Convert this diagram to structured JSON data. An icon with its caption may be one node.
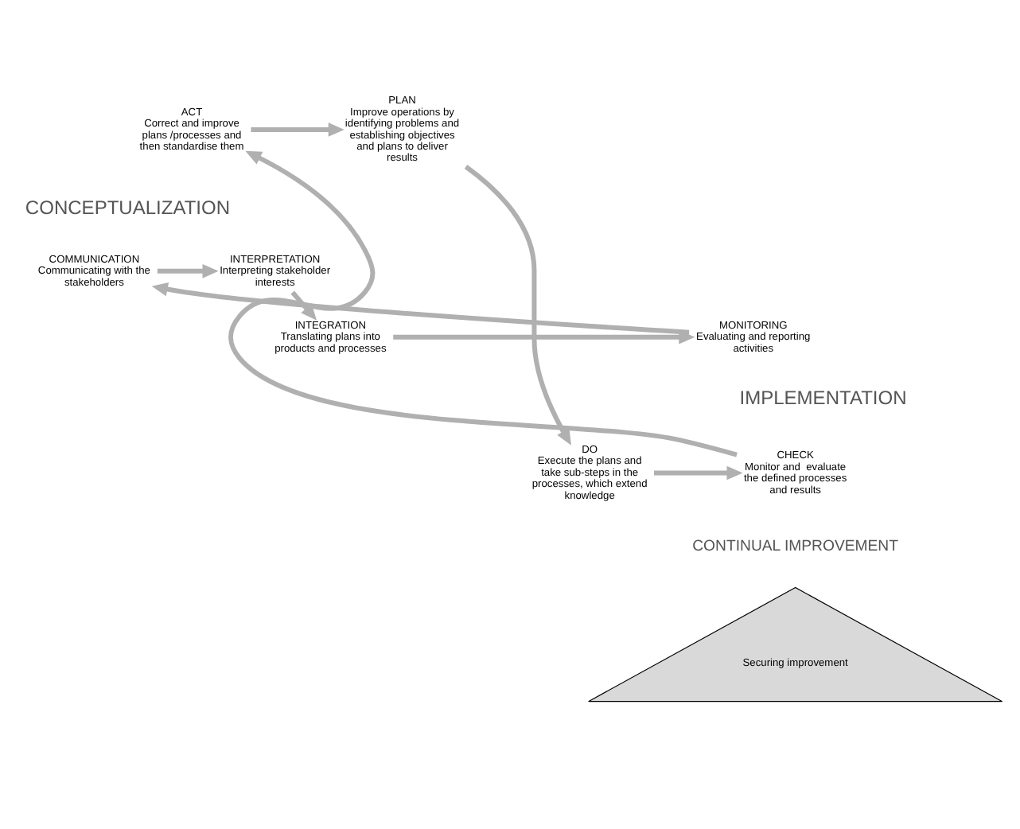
{
  "diagram": {
    "nodes": [
      {
        "text": [
          "ACT",
          "Correct and improve plans /processes and then standardise them"
        ]
      },
      {
        "text": [
          "PLAN",
          "Improve operations by identifying problems and establishing objectives and plans to deliver results"
        ]
      },
      {
        "text": [
          "COMMUNICATION",
          "Communicating with the stakeholders"
        ]
      },
      {
        "text": [
          "INTERPRETATION",
          "Interpreting stakeholder interests"
        ]
      },
      {
        "text": [
          "MONITORING",
          "Evaluating and reporting activities"
        ]
      },
      {
        "text": [
          "INTEGRATION",
          "Translating plans into products and processes"
        ]
      },
      {
        "text": [
          "DO",
          "Execute the plans and take sub-steps in the processes, which extend knowledge"
        ]
      },
      {
        "text": [
          "CHECK",
          "Monitor and  evaluate the defined processes and results"
        ]
      },
      {
        "text": [
          "Securing improvement"
        ]
      }
    ],
    "edges": [
      {
        "from": 0,
        "to": 1,
        "arrow": "to"
      },
      {
        "from": 1,
        "to": 6,
        "arrow": "to"
      },
      {
        "from": 6,
        "to": 7,
        "arrow": "to"
      },
      {
        "from": 7,
        "to": 0,
        "arrow": "to"
      },
      {
        "from": 2,
        "to": 3,
        "arrow": "to"
      },
      {
        "from": 3,
        "to": 5,
        "arrow": "to"
      },
      {
        "from": 5,
        "to": 4,
        "arrow": "to"
      },
      {
        "from": 4,
        "to": 2,
        "arrow": "to"
      }
    ],
    "labels": [
      "CONCEPTUALIZATION",
      "IMPLEMENTATION",
      "CONTINUAL IMPROVEMENT"
    ]
  }
}
